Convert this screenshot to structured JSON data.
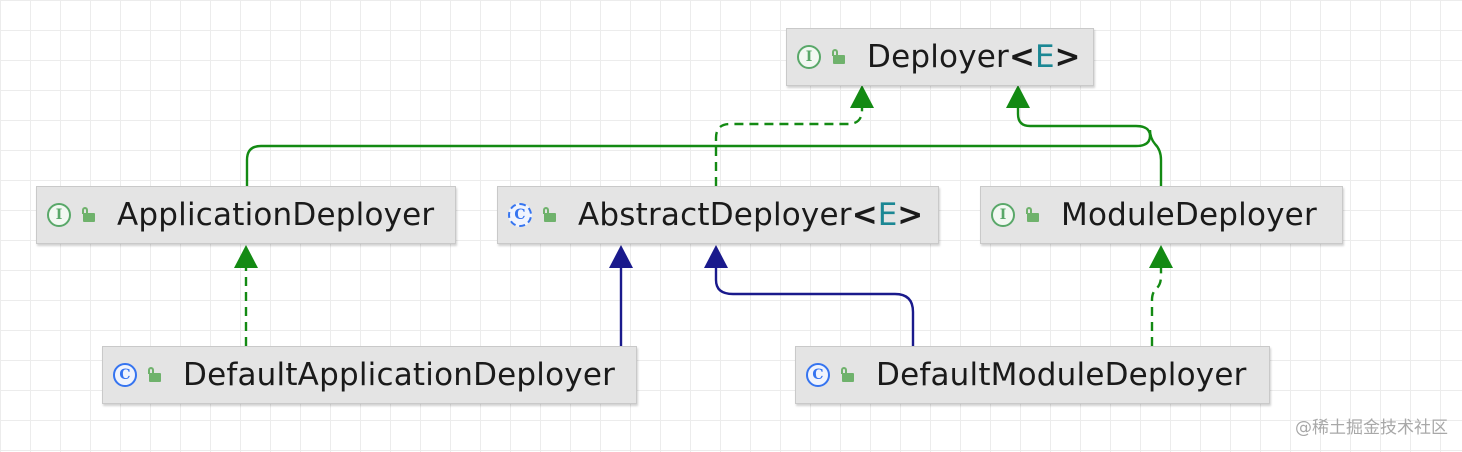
{
  "nodes": [
    {
      "id": "deployer",
      "kind": "interface",
      "kind_glyph": "I",
      "name": "Deployer",
      "type_open": "<",
      "type_param": "E",
      "type_close": ">"
    },
    {
      "id": "application_deployer",
      "kind": "interface",
      "kind_glyph": "I",
      "name": "ApplicationDeployer"
    },
    {
      "id": "abstract_deployer",
      "kind": "abstract-class",
      "kind_glyph": "C",
      "name": "AbstractDeployer",
      "type_open": "<",
      "type_param": "E",
      "type_close": ">"
    },
    {
      "id": "module_deployer",
      "kind": "interface",
      "kind_glyph": "I",
      "name": "ModuleDeployer"
    },
    {
      "id": "default_application_deployer",
      "kind": "class",
      "kind_glyph": "C",
      "name": "DefaultApplicationDeployer"
    },
    {
      "id": "default_module_deployer",
      "kind": "class",
      "kind_glyph": "C",
      "name": "DefaultModuleDeployer"
    }
  ],
  "edges": [
    {
      "from": "application_deployer",
      "to": "deployer",
      "relation": "interface-extends",
      "style": "solid",
      "color": "#138a13"
    },
    {
      "from": "module_deployer",
      "to": "deployer",
      "relation": "interface-extends",
      "style": "solid",
      "color": "#138a13"
    },
    {
      "from": "abstract_deployer",
      "to": "deployer",
      "relation": "implements",
      "style": "dashed",
      "color": "#138a13"
    },
    {
      "from": "default_application_deployer",
      "to": "application_deployer",
      "relation": "implements",
      "style": "dashed",
      "color": "#138a13"
    },
    {
      "from": "default_application_deployer",
      "to": "abstract_deployer",
      "relation": "extends",
      "style": "solid",
      "color": "#1a1a8c"
    },
    {
      "from": "default_module_deployer",
      "to": "abstract_deployer",
      "relation": "extends",
      "style": "solid",
      "color": "#1a1a8c"
    },
    {
      "from": "default_module_deployer",
      "to": "module_deployer",
      "relation": "implements",
      "style": "dashed",
      "color": "#138a13"
    }
  ],
  "legend_colors": {
    "implements": "#138a13",
    "extends": "#1a1a8c",
    "type_param": "#1b8794"
  },
  "watermark": "@稀土掘金技术社区"
}
